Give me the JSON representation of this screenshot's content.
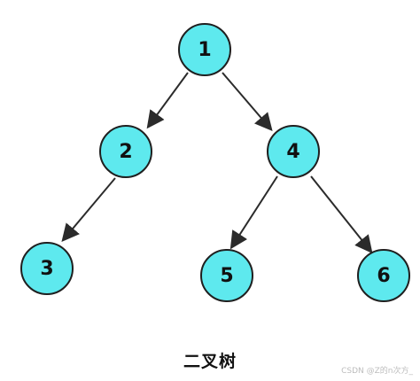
{
  "diagram": {
    "caption": "二叉树",
    "node_fill": "#5ee9ee",
    "node_stroke": "#1f1f1f",
    "edge_color": "#2b2b2b",
    "nodes": [
      {
        "id": "n1",
        "label": "1"
      },
      {
        "id": "n2",
        "label": "2"
      },
      {
        "id": "n4",
        "label": "4"
      },
      {
        "id": "n3",
        "label": "3"
      },
      {
        "id": "n5",
        "label": "5"
      },
      {
        "id": "n6",
        "label": "6"
      }
    ],
    "edges": [
      {
        "from": "1",
        "to": "2"
      },
      {
        "from": "1",
        "to": "4"
      },
      {
        "from": "2",
        "to": "3"
      },
      {
        "from": "4",
        "to": "5"
      },
      {
        "from": "4",
        "to": "6"
      }
    ]
  },
  "watermark": "CSDN @Z的n次方_"
}
